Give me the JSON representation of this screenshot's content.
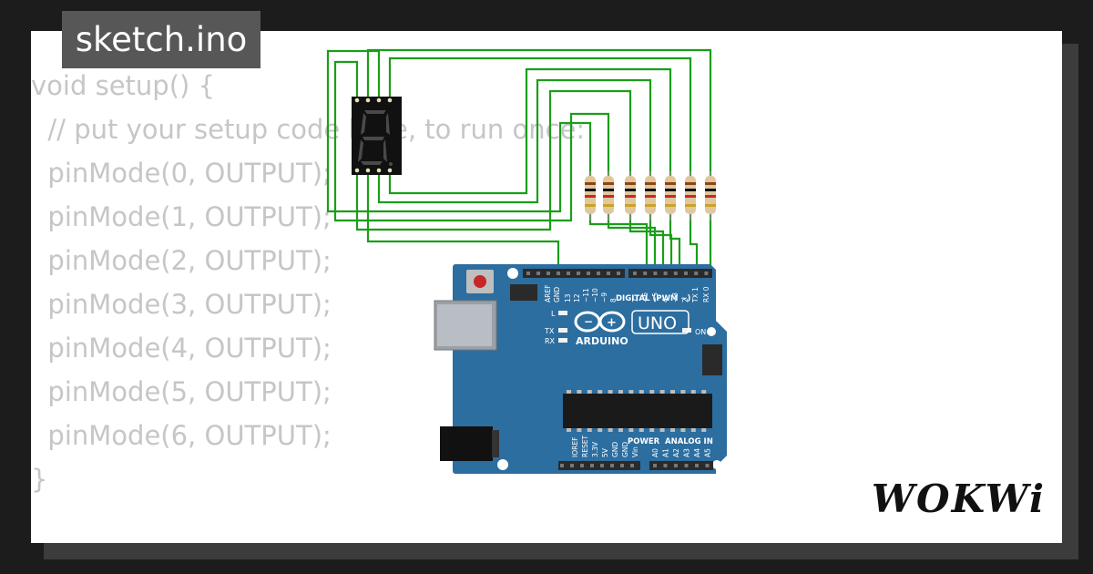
{
  "tab": {
    "filename": "sketch.ino"
  },
  "code": {
    "lines": [
      "void setup() {",
      "  // put your setup code here, to run once:",
      "  pinMode(0, OUTPUT);",
      "  pinMode(1, OUTPUT);",
      "  pinMode(2, OUTPUT);",
      "  pinMode(3, OUTPUT);",
      "  pinMode(4, OUTPUT);",
      "  pinMode(5, OUTPUT);",
      "  pinMode(6, OUTPUT);",
      "}"
    ]
  },
  "board": {
    "brand": "ARDUINO",
    "model": "UNO",
    "digital_header": "DIGITAL (PWM ~)",
    "power_header": "POWER",
    "analog_header": "ANALOG IN",
    "top_pin_labels": [
      "AREF",
      "GND",
      "13",
      "12",
      "~11",
      "~10",
      "~9",
      "8",
      "7",
      "~6",
      "~5",
      "4",
      "~3",
      "2",
      "TX 1",
      "RX 0"
    ],
    "bottom_power_labels": [
      "IOREF",
      "RESET",
      "3.3V",
      "5V",
      "GND",
      "GND",
      "Vin"
    ],
    "bottom_analog_labels": [
      "A0",
      "A1",
      "A2",
      "A3",
      "A4",
      "A5"
    ],
    "led_labels": {
      "l": "L",
      "tx": "TX",
      "rx": "RX",
      "on": "ON"
    }
  },
  "components": {
    "display_digit": "8",
    "resistor_count": 7
  },
  "colors": {
    "wire": "#1a9e1a",
    "board": "#2c6ea0",
    "background": "#ffffff",
    "frame": "#1c1c1c",
    "tab_bg": "#575757",
    "code_text": "#c6c6c6"
  },
  "brand_logo": "WOKWi"
}
